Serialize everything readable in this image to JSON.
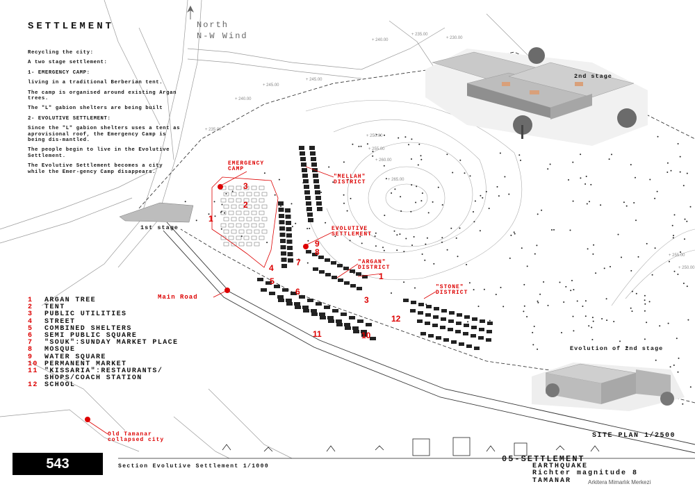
{
  "title": "SETTLEMENT",
  "wind": {
    "line1": "North",
    "line2": "N-W Wind"
  },
  "intro": [
    "Recycling the city:",
    "A two stage settlement:",
    "1- EMERGENCY CAMP:",
    "living in a traditional Berberian tent.",
    "The camp is organised around existing Argan trees.",
    "The \"L\" gabion shelters are being built",
    "2- EVOLUTIVE SETTLEMENT:",
    "Since the \"L\" gabion shelters uses a tent as aprovisional roof, the Emergency Camp is being dis-mantled.",
    "The people begin to live in the Evolutive Settlement.",
    "The Evolutive Settlement becomes a city while the Emer-gency Camp disappears."
  ],
  "legend": [
    {
      "num": "1",
      "text": "ARGAN TREE"
    },
    {
      "num": "2",
      "text": "TENT"
    },
    {
      "num": "3",
      "text": "PUBLIC UTILITIES"
    },
    {
      "num": "4",
      "text": "STREET"
    },
    {
      "num": "5",
      "text": "COMBINED SHELTERS"
    },
    {
      "num": "6",
      "text": "SEMI PUBLIC SQUARE"
    },
    {
      "num": "7",
      "text": "\"SOUK\":SUNDAY MARKET PLACE"
    },
    {
      "num": "8",
      "text": "MOSQUE"
    },
    {
      "num": "9",
      "text": "WATER SQUARE"
    },
    {
      "num": "10",
      "text": "PERMANENT MARKET"
    },
    {
      "num": "11",
      "text": "\"KISSARIA\":RESTAURANTS/ SHOPS/COACH STATION"
    },
    {
      "num": "12",
      "text": "SCHOOL"
    }
  ],
  "map_labels": {
    "emergency_camp": "EMERGENCY CAMP",
    "mellah": "\"MELLAH\" DISTRICT",
    "evolutive": "EVOLUTIVE SETTLEMENT",
    "argan": "\"ARGAN\" DISTRICT",
    "stone": "\"STONE\" DISTRICT",
    "main_road": "Main Road",
    "old_tamanar": "Old Tamanar collapsed city"
  },
  "stages": {
    "first": "1st stage",
    "second": "2nd stage",
    "evolution": "Evolution of 2nd stage"
  },
  "contours": [
    "+ 235.00",
    "+ 230.00",
    "+ 240.00",
    "+ 245.00",
    "+ 245.00",
    "+ 240.00",
    "+ 235.00",
    "+ 250.00",
    "+ 255.00",
    "+ 260.00",
    "+ 265.00",
    "+ 255.00",
    "+ 250.00"
  ],
  "map_numbers": [
    "3",
    "2",
    "1",
    "4",
    "7",
    "9",
    "8",
    "5",
    "6",
    "3",
    "1",
    "12",
    "11",
    "10"
  ],
  "badge": "543",
  "site_plan": "SITE PLAN 1/2500",
  "section_caption": "Section Evolutive Settlement 1/1000",
  "footer": {
    "line1": "05-SETTLEMENT",
    "line2": "EARTHQUAKE",
    "line3": "Richter magnitude 8",
    "line4": "TAMANAR"
  },
  "credit": "Arkitera Mimarlık Merkezi",
  "colors": {
    "accent": "#d00000",
    "ink": "#111111",
    "badge_bg": "#000000"
  }
}
